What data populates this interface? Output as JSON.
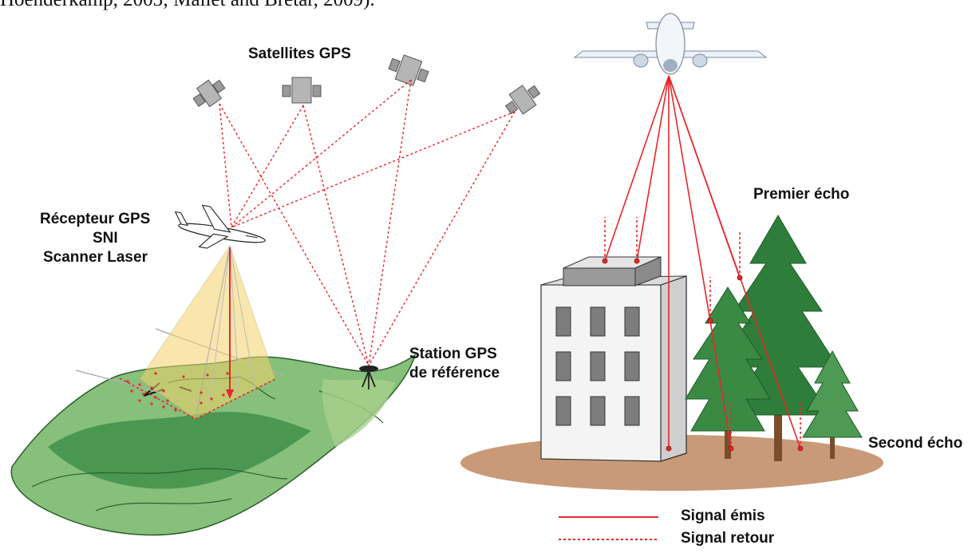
{
  "header": {
    "top_text": "Hoenderkamp, 2003; Mallet and Bretar, 2009)."
  },
  "left_panel": {
    "satellites_label": "Satellites GPS",
    "receiver_label_1": "Récepteur GPS",
    "receiver_label_2": "SNI",
    "receiver_label_3": "Scanner Laser",
    "station_label_1": "Station GPS",
    "station_label_2": "de référence"
  },
  "right_panel": {
    "first_echo_label": "Premier écho",
    "second_echo_label": "Second écho"
  },
  "legend": {
    "emitted_label": "Signal émis",
    "return_label": "Signal retour"
  },
  "colors": {
    "signal": "#e8262b",
    "terrain_light": "#86c07a",
    "terrain_dark": "#3f8f4a",
    "laser_cone": "#f3d36b",
    "tree": "#2f7d3a",
    "ground": "#c99a78",
    "building": "#e6e6e6"
  }
}
